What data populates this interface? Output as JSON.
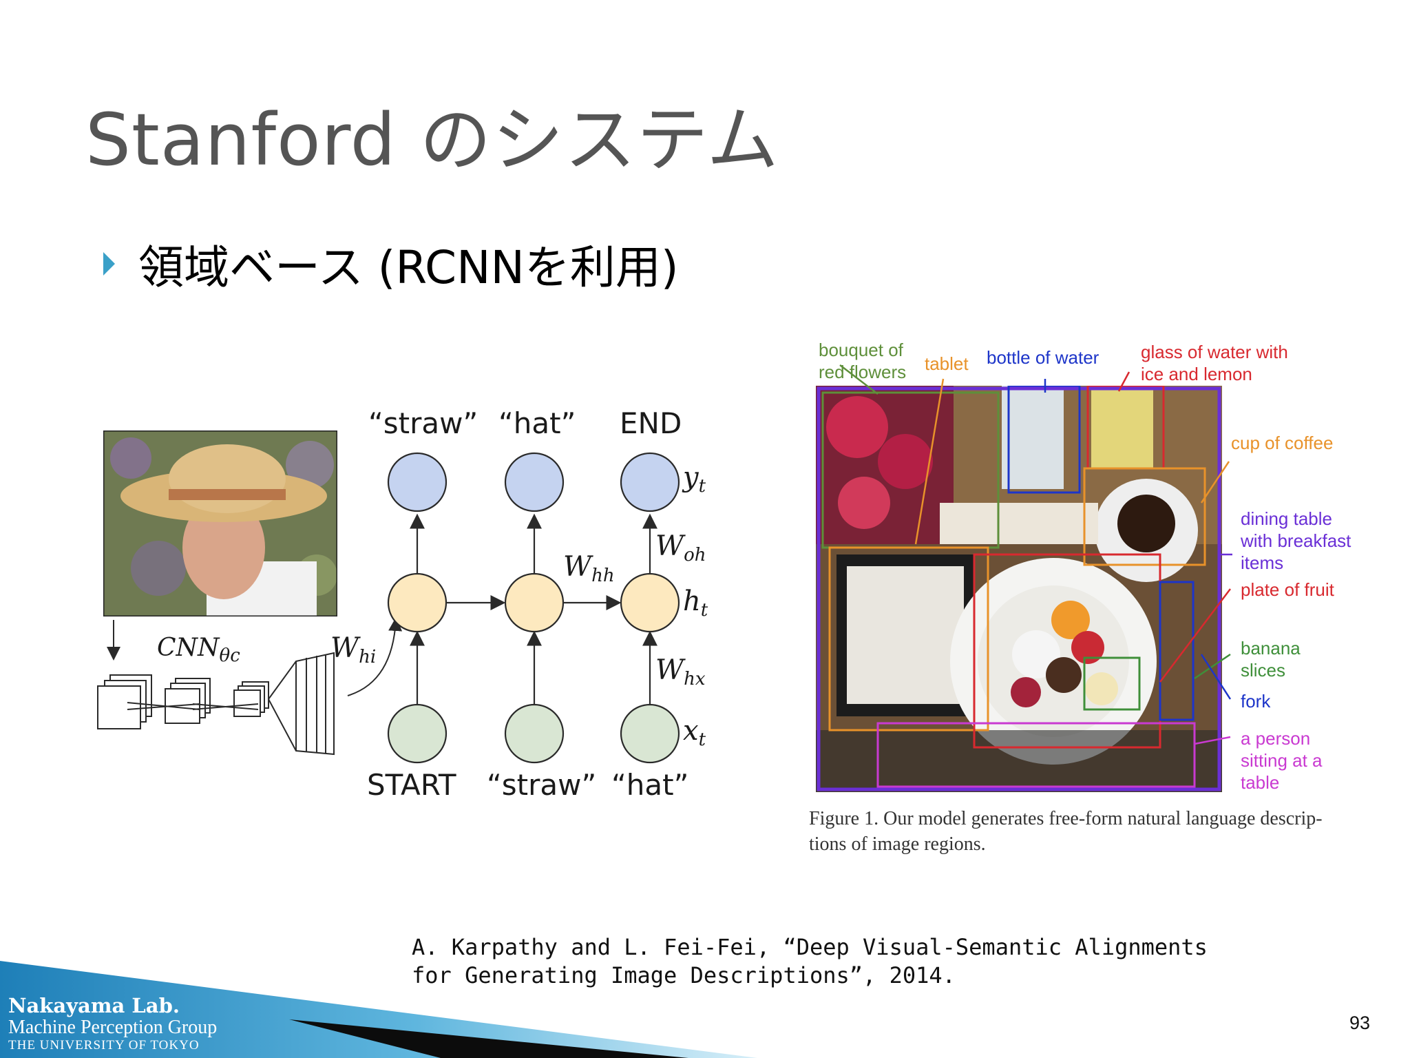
{
  "slide": {
    "title": "Stanford のシステム",
    "bullet": "領域ベース (RCNNを利用)",
    "page_number": "93"
  },
  "diagram": {
    "outputs": [
      "“straw”",
      "“hat”",
      "END"
    ],
    "inputs": [
      "START",
      "“straw”",
      "“hat”"
    ],
    "math": {
      "y": "y",
      "y_sub": "t",
      "h": "h",
      "h_sub": "t",
      "x": "x",
      "x_sub": "t",
      "woh": "W",
      "woh_sub": "oh",
      "whh": "W",
      "whh_sub": "hh",
      "whx": "W",
      "whx_sub": "hx",
      "whi": "W",
      "whi_sub": "hi",
      "cnn": "CNN",
      "cnn_sub": "θc"
    },
    "colors": {
      "output_node": "#c5d3f0",
      "hidden_node": "#fde9bf",
      "input_node": "#d9e6d3",
      "stroke": "#2a2a2a"
    }
  },
  "figure": {
    "labels": {
      "bouquet": [
        "bouquet of",
        "red flowers"
      ],
      "tablet": "tablet",
      "bottle": "bottle of water",
      "glass": [
        "glass of water with",
        "ice and lemon"
      ],
      "coffee": "cup of coffee",
      "dining": [
        "dining table",
        "with breakfast",
        "items"
      ],
      "plate": "plate of fruit",
      "banana": [
        "banana",
        "slices"
      ],
      "fork": "fork",
      "person": [
        "a person",
        "sitting at a",
        "table"
      ]
    },
    "label_colors": {
      "bouquet": "#5e8f3a",
      "tablet": "#e8922a",
      "bottle": "#1d35c9",
      "glass": "#d8292f",
      "coffee": "#e8922a",
      "dining": "#6a2fd6",
      "plate": "#d8292f",
      "banana": "#3f8f3a",
      "fork": "#1d35c9",
      "person": "#c93ad1"
    },
    "caption": [
      "Figure 1. Our model generates free-form natural language descrip-",
      "tions of image regions."
    ]
  },
  "reference": [
    "A.  Karpathy and L. Fei-Fei, “Deep Visual-Semantic Alignments",
    "for Generating Image Descriptions”, 2014."
  ],
  "footer": {
    "lab_name": "Nakayama Lab.",
    "group": "Machine Perception Group",
    "university": "THE UNIVERSITY OF TOKYO"
  }
}
